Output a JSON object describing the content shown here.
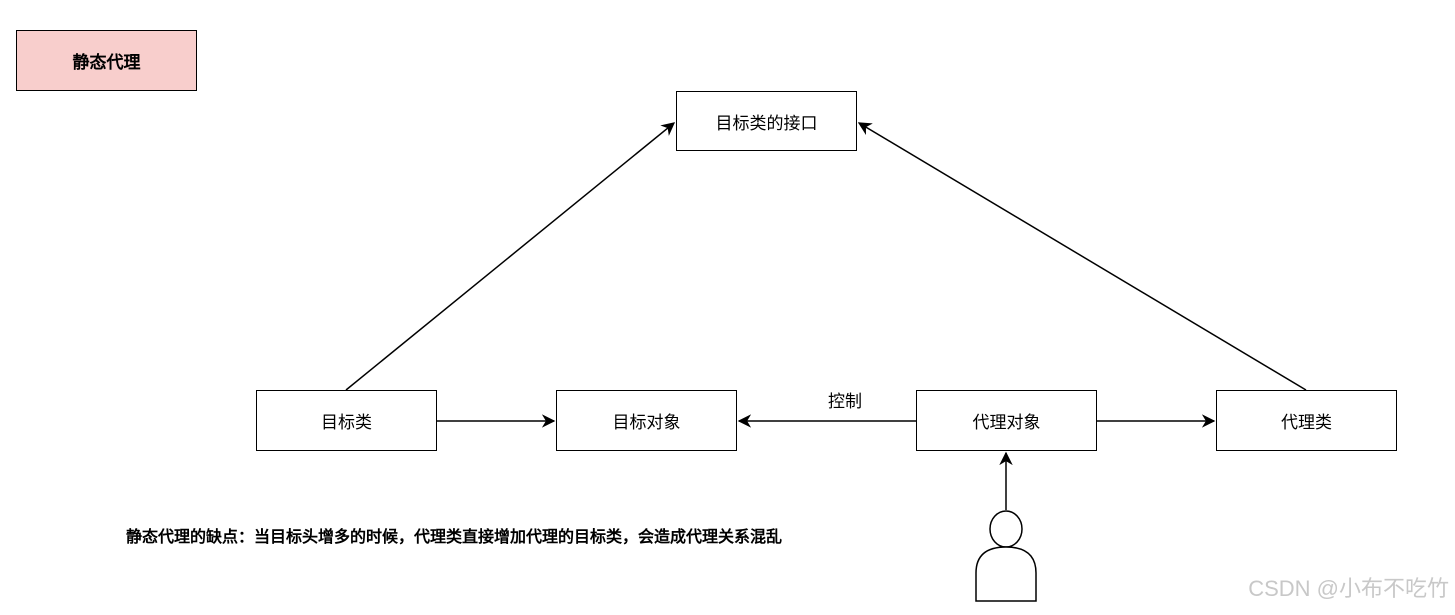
{
  "diagram": {
    "title": "静态代理",
    "nodes": {
      "interface": "目标类的接口",
      "target_class": "目标类",
      "target_object": "目标对象",
      "proxy_object": "代理对象",
      "proxy_class": "代理类"
    },
    "edge_label_control": "控制",
    "note": "静态代理的缺点：当目标头增多的时候，代理类直接增加代理的目标类，会造成代理关系混乱",
    "title_fill_color": "#f8cecc",
    "stroke_color": "#000000"
  },
  "watermark": "CSDN @小布不吃竹"
}
